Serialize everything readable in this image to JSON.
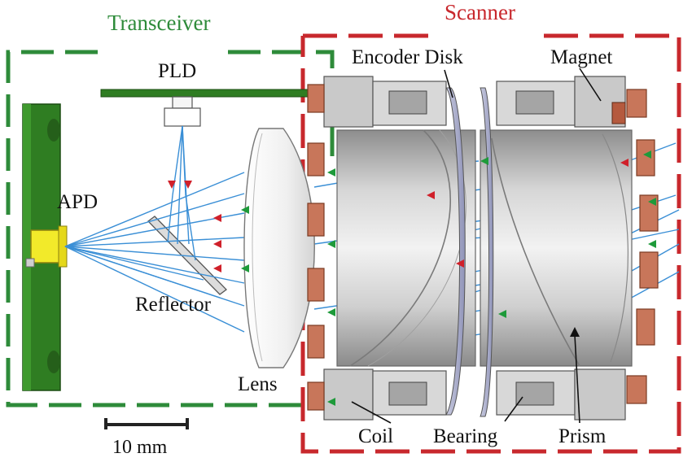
{
  "titles": {
    "transceiver": "Transceiver",
    "scanner": "Scanner"
  },
  "labels": {
    "pld": "PLD",
    "apd": "APD",
    "reflector": "Reflector",
    "lens": "Lens",
    "encoder_disk": "Encoder Disk",
    "magnet": "Magnet",
    "coil": "Coil",
    "bearing": "Bearing",
    "prism": "Prism",
    "scale": "10 mm"
  },
  "colors": {
    "transceiver_border": "#2e8b3a",
    "scanner_border": "#c8282d",
    "pcb_green": "#2f7d22",
    "beam_blue": "#3a8fd6",
    "arrow_red": "#d0202a",
    "arrow_green": "#1e9a3a",
    "coil_copper": "#c8765a",
    "apd_yellow": "#f2ea2a"
  }
}
